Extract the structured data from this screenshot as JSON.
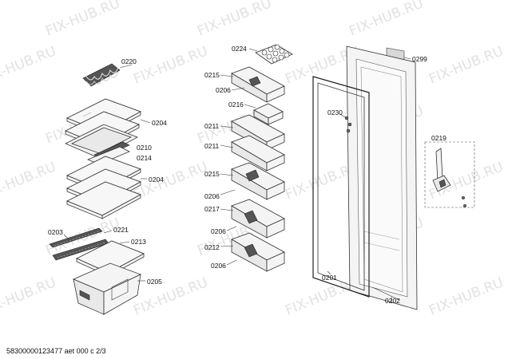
{
  "watermark": "FIX-HUB.RU",
  "footer": "58300000123477 aet 000 c 2/3",
  "labels": {
    "p0220": "0220",
    "p0204a": "0204",
    "p0210": "0210",
    "p0214": "0214",
    "p0204b": "0204",
    "p0203": "0203",
    "p0221": "0221",
    "p0213": "0213",
    "p0205": "0205",
    "p0224": "0224",
    "p0215a": "0215",
    "p0206a": "0206",
    "p0216": "0216",
    "p0211a": "0211",
    "p0211b": "0211",
    "p0215b": "0215",
    "p0206b": "0206",
    "p0217": "0217",
    "p0206c": "0206",
    "p0212": "0212",
    "p0206d": "0206",
    "p0299": "0299",
    "p0230": "0230",
    "p0219": "0219",
    "p0201": "0201",
    "p0202": "0202"
  }
}
